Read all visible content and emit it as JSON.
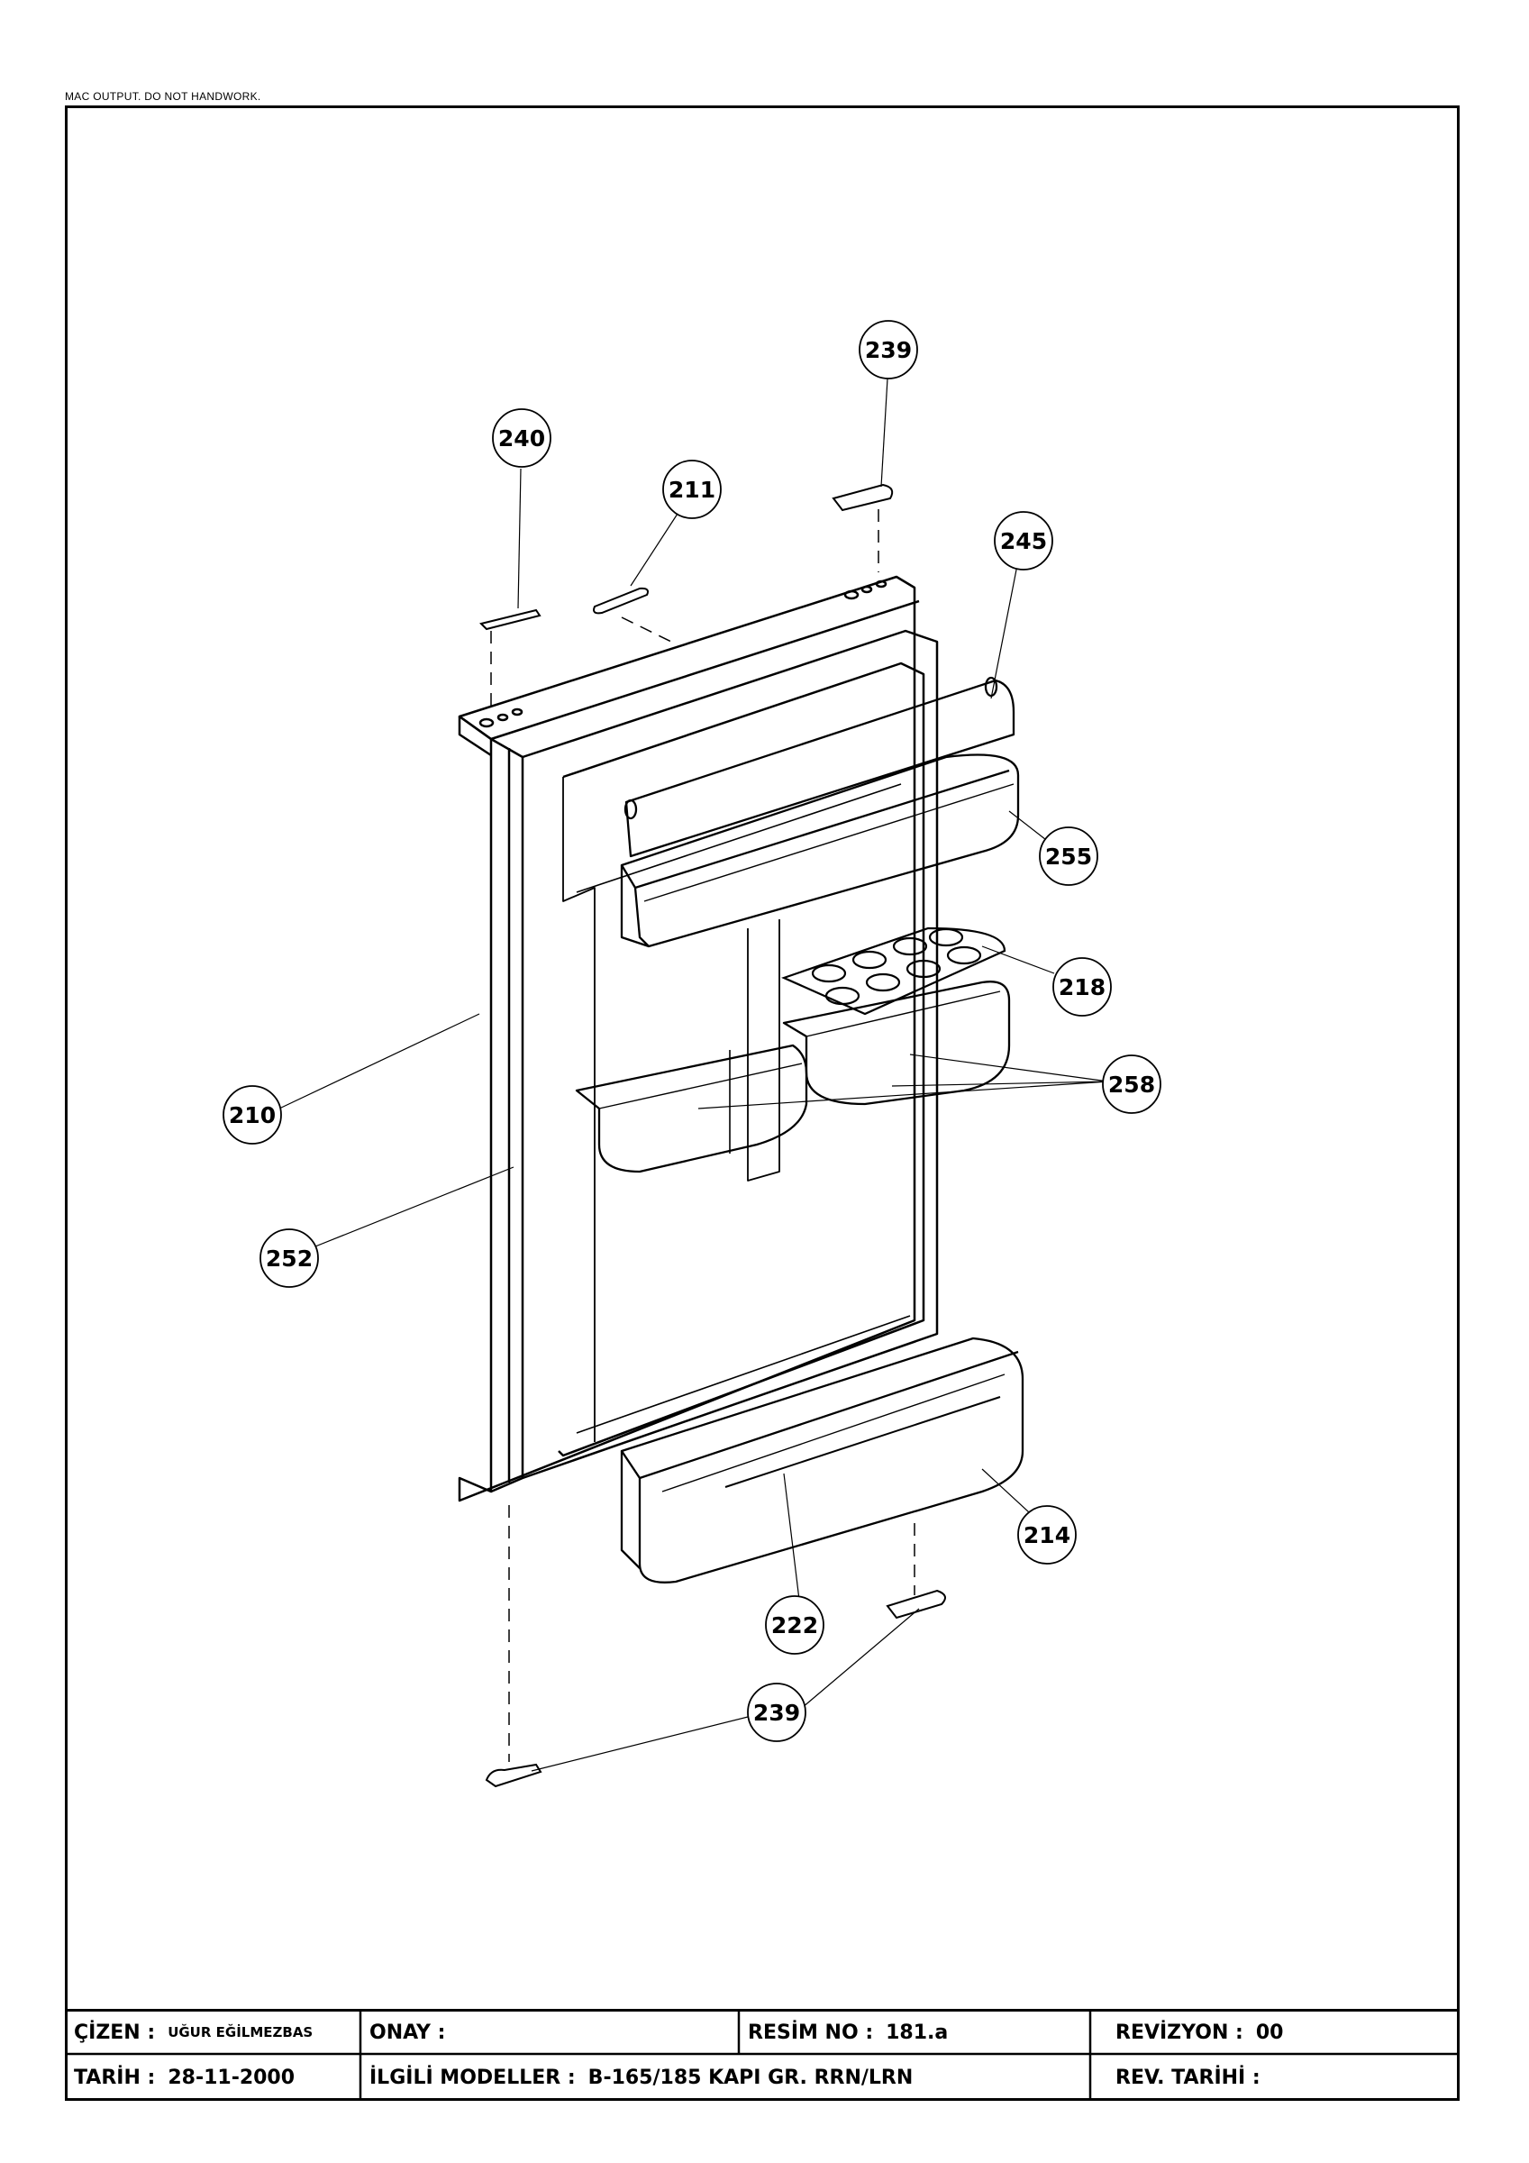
{
  "header_note": "MAC OUTPUT. DO NOT HANDWORK.",
  "callouts": [
    {
      "id": "c239a",
      "label": "239"
    },
    {
      "id": "c240",
      "label": "240"
    },
    {
      "id": "c211",
      "label": "211"
    },
    {
      "id": "c245",
      "label": "245"
    },
    {
      "id": "c255",
      "label": "255"
    },
    {
      "id": "c218",
      "label": "218"
    },
    {
      "id": "c258",
      "label": "258"
    },
    {
      "id": "c210",
      "label": "210"
    },
    {
      "id": "c252",
      "label": "252"
    },
    {
      "id": "c214",
      "label": "214"
    },
    {
      "id": "c222",
      "label": "222"
    },
    {
      "id": "c239b",
      "label": "239"
    }
  ],
  "title_block": {
    "cizen_label": "ÇİZEN :",
    "cizen_value": "UĞUR EĞİLMEZBAS",
    "onay_label": "ONAY :",
    "onay_value": "",
    "resim_label": "RESİM NO :",
    "resim_value": "181.a",
    "revizyon_label": "REVİZYON :",
    "revizyon_value": "00",
    "tarih_label": "TARİH :",
    "tarih_value": "28-11-2000",
    "modeller_label": "İLGİLİ MODELLER :",
    "modeller_value": "B-165/185 KAPI GR. RRN/LRN",
    "rev_tarihi_label": "REV. TARİHİ :",
    "rev_tarihi_value": ""
  }
}
